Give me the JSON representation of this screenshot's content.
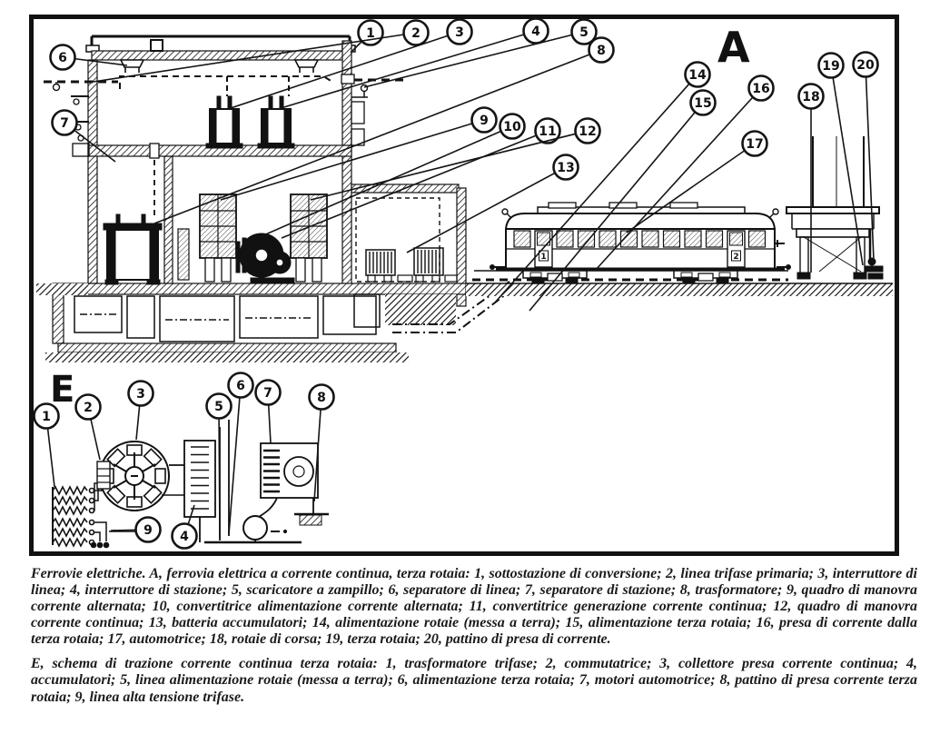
{
  "figure": {
    "section_a_label": "A",
    "section_e_label": "E",
    "callouts_a": [
      "1",
      "2",
      "3",
      "4",
      "5",
      "6",
      "7",
      "8",
      "9",
      "10",
      "11",
      "12",
      "13",
      "14",
      "15",
      "16",
      "17",
      "18",
      "19",
      "20"
    ],
    "callouts_e": [
      "1",
      "2",
      "3",
      "4",
      "5",
      "6",
      "7",
      "8",
      "9"
    ],
    "railcar_class_marks": [
      "1",
      "2"
    ]
  },
  "caption": {
    "paragraph_a": "Ferrovie elettriche. A, ferrovia elettrica a corrente continua, terza rotaia: 1, sottostazione di conversione; 2, linea trifase primaria; 3, interruttore di linea; 4, interruttore di stazione; 5, scaricatore a zampillo; 6, separatore di linea; 7, separatore di stazione; 8, trasformatore; 9, quadro di manovra corrente alternata; 10, convertitrice alimentazione corrente alternata; 11, convertitrice generazione corrente continua; 12, quadro di manovra corrente continua; 13, batteria accumulatori; 14, alimentazione rotaie (messa a terra); 15, alimentazione terza rotaia; 16, presa di corrente dalla terza rotaia; 17, automotrice; 18, rotaie di corsa; 19, terza rotaia; 20, pattino di presa di corrente.",
    "paragraph_e": "E, schema di trazione corrente continua terza rotaia: 1, trasformatore trifase; 2, commutatrice; 3, collettore presa corrente continua; 4, accumulatori; 5, linea alimentazione rotaie (messa a terra); 6, alimentazione terza rotaia; 7, motori automotrice; 8, pattino di presa corrente terza rotaia; 9, linea alta tensione trifase."
  },
  "colors": {
    "ink": "#151515",
    "paper": "#ffffff"
  }
}
